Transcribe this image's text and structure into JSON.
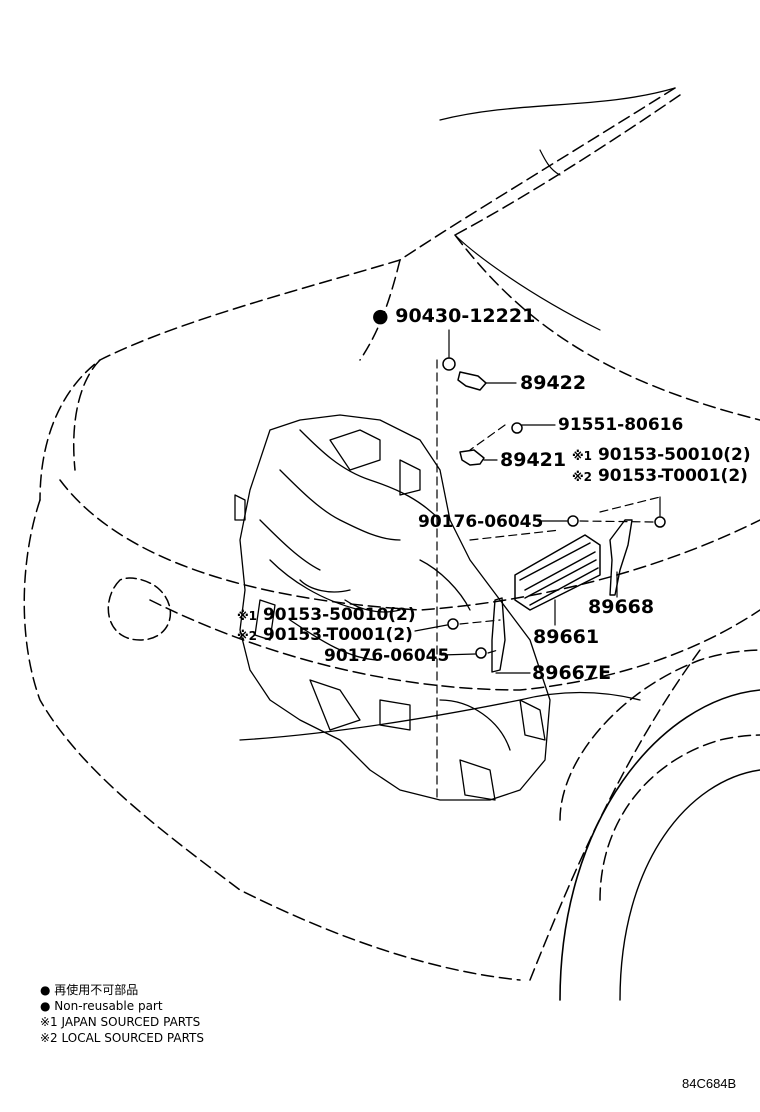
{
  "parts": {
    "p90430": "90430-12221",
    "p89422": "89422",
    "p91551": "91551-80616",
    "p89421": "89421",
    "p90153_r_1": "90153-50010(2)",
    "p90153_r_2": "90153-T0001(2)",
    "p90176_top": "90176-06045",
    "p89668": "89668",
    "p90153_l_1": "90153-50010(2)",
    "p90153_l_2": "90153-T0001(2)",
    "p90176_bottom": "90176-06045",
    "p89661": "89661",
    "p89667E": "89667E"
  },
  "marks": {
    "bullet": "●",
    "note1": "※1",
    "note2": "※2"
  },
  "legend": {
    "line1": "● 再使用不可部品",
    "line2": "● Non-reusable part",
    "line3": "※1 JAPAN SOURCED PARTS",
    "line4": "※2 LOCAL SOURCED PARTS"
  },
  "illustration_code": "84C684B"
}
